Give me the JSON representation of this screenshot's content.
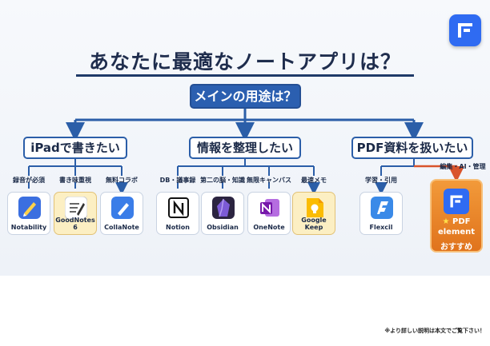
{
  "title": "あなたに最適なノートアプリは？",
  "root": "メインの用途は？",
  "categories": [
    {
      "label": "iPadで書きたい"
    },
    {
      "label": "情報を整理したい"
    },
    {
      "label": "PDF資料を扱いたい"
    }
  ],
  "sub_labels": [
    "録音が必須",
    "書き味重視",
    "無料コラボ",
    "DB・議事録",
    "第二の脳・知識",
    "無限キャンバス",
    "最速メモ",
    "学習・引用",
    "編集・AI・管理"
  ],
  "apps": [
    {
      "name": "Notability",
      "icon": "notability-icon"
    },
    {
      "name": "GoodNotes 6",
      "icon": "goodnotes-icon"
    },
    {
      "name": "CollaNote",
      "icon": "collanote-icon"
    },
    {
      "name": "Notion",
      "icon": "notion-icon"
    },
    {
      "name": "Obsidian",
      "icon": "obsidian-icon"
    },
    {
      "name": "OneNote",
      "icon": "onenote-icon"
    },
    {
      "name": "Google Keep",
      "icon": "google-keep-icon"
    },
    {
      "name": "Flexcil",
      "icon": "flexcil-icon"
    }
  ],
  "recommended": {
    "star": "★",
    "line1": "PDF",
    "line2": "element",
    "line3": "おすすめ",
    "icon": "pdfelement-icon"
  },
  "footnote": "※より詳しい説明は本文でご覧下さい！",
  "colors": {
    "primary": "#2b5fb0",
    "line": "#2b5ea8",
    "highlight": "#fcefc3",
    "recommend": "#e0731c",
    "accent": "#d9542b"
  }
}
